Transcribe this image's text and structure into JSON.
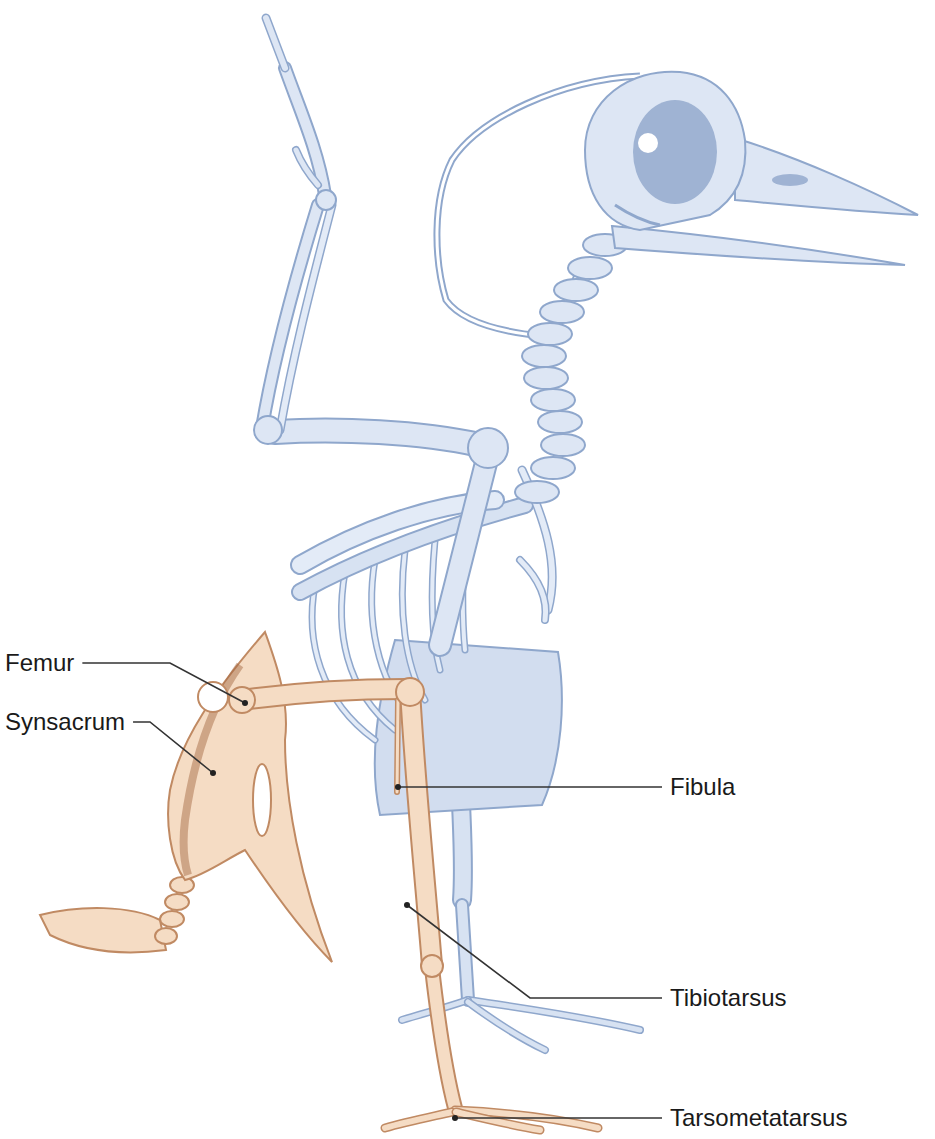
{
  "diagram": {
    "labels": [
      "Femur",
      "Synsacrum",
      "Fibula",
      "Tibiotarsus",
      "Tarsometatarsus"
    ]
  }
}
